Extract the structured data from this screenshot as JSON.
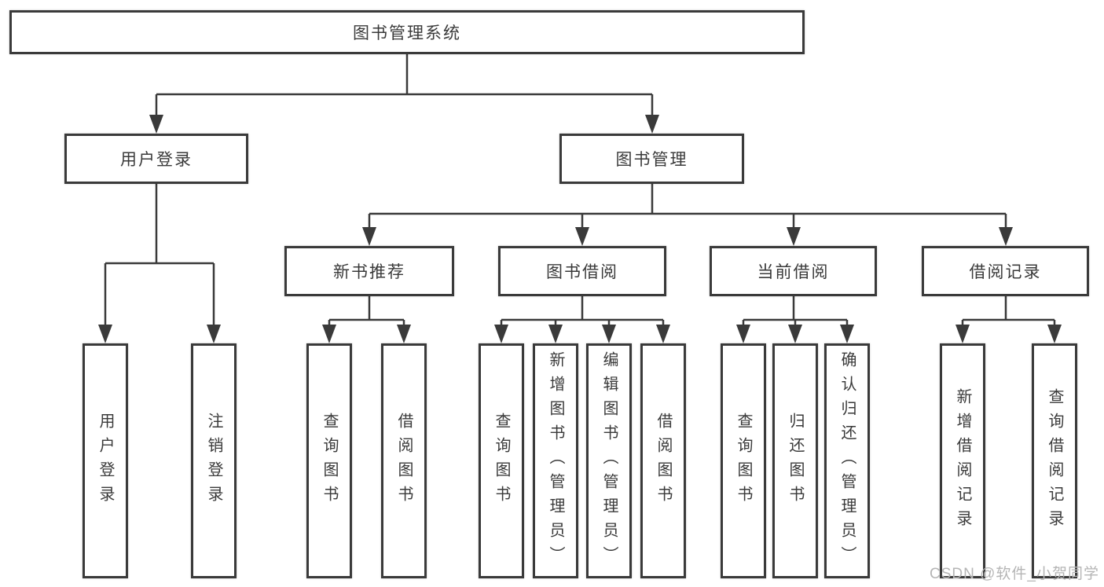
{
  "diagram": {
    "root": {
      "label": "图书管理系统"
    },
    "branches": {
      "user_login": {
        "label": "用户登录",
        "children": [
          {
            "label": "用户登录"
          },
          {
            "label": "注销登录"
          }
        ]
      },
      "book_management": {
        "label": "图书管理",
        "groups": [
          {
            "label": "新书推荐",
            "children": [
              {
                "label": "查询图书"
              },
              {
                "label": "借阅图书"
              }
            ]
          },
          {
            "label": "图书借阅",
            "children": [
              {
                "label": "查询图书"
              },
              {
                "label": "新增图书（管理员）"
              },
              {
                "label": "编辑图书（管理员）"
              },
              {
                "label": "借阅图书"
              }
            ]
          },
          {
            "label": "当前借阅",
            "children": [
              {
                "label": "查询图书"
              },
              {
                "label": "归还图书"
              },
              {
                "label": "确认归还（管理员）"
              }
            ]
          },
          {
            "label": "借阅记录",
            "children": [
              {
                "label": "新增借阅记录"
              },
              {
                "label": "查询借阅记录"
              }
            ]
          }
        ]
      }
    },
    "watermark": "CSDN @软件_小贺同学",
    "colors": {
      "line": "#3a3a3a",
      "text": "#3a3a3a",
      "node_background": "#ffffff",
      "watermark": "#b5b5b5",
      "page_background": "#ffffff"
    }
  }
}
